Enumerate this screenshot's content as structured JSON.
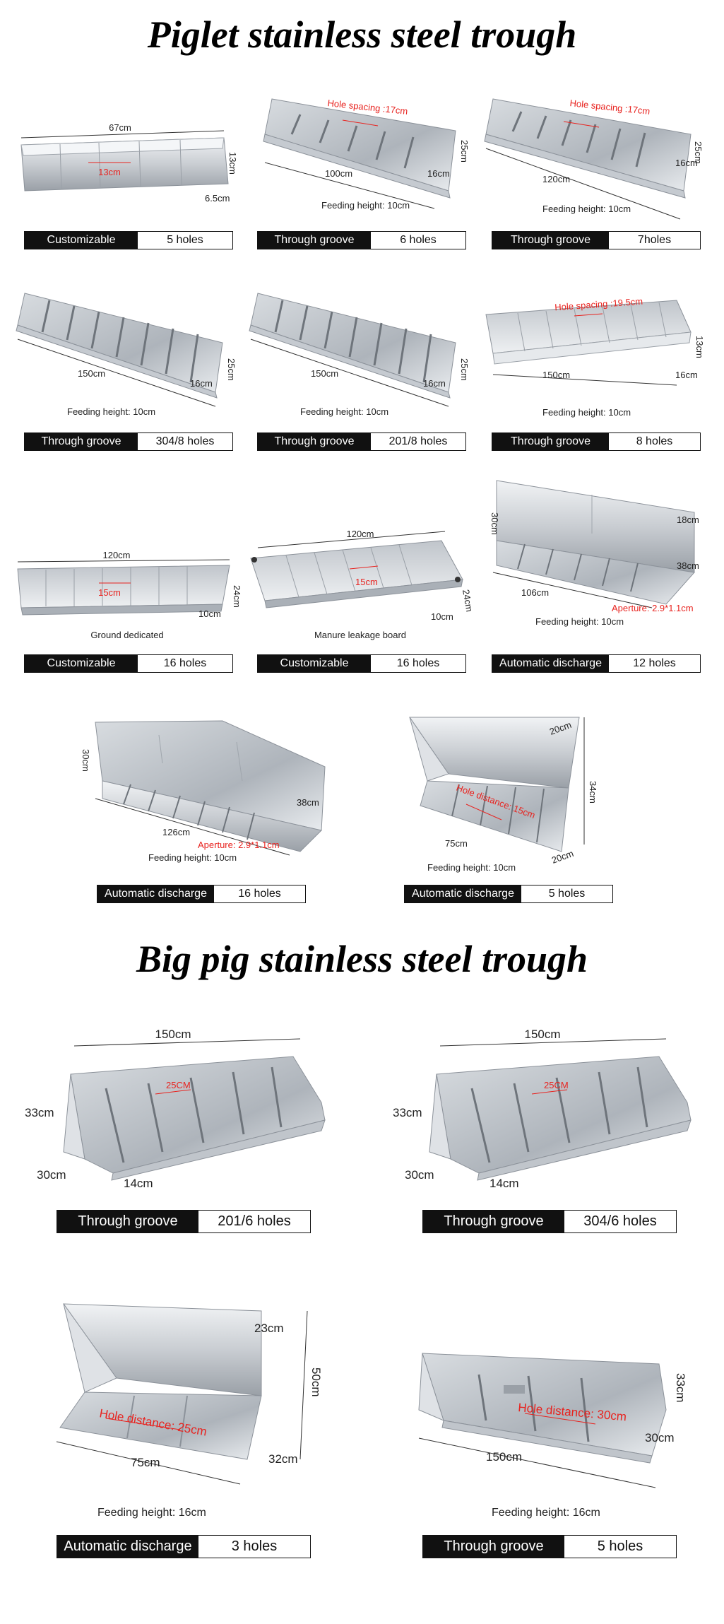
{
  "titles": {
    "piglet": "Piglet stainless steel trough",
    "bigpig": "Big pig stainless steel trough"
  },
  "products": [
    {
      "type": "Customizable",
      "holes": "5 holes",
      "dims": {
        "length": "67cm",
        "spacing": "13cm",
        "height": "13cm",
        "depth": "6.5cm"
      }
    },
    {
      "type": "Through groove",
      "holes": "6 holes",
      "dims": {
        "hole_spacing": "Hole spacing :17cm",
        "length": "100cm",
        "height": "25cm",
        "depth": "16cm",
        "feeding_height": "Feeding height: 10cm"
      }
    },
    {
      "type": "Through groove",
      "holes": "7holes",
      "dims": {
        "hole_spacing": "Hole spacing :17cm",
        "length": "120cm",
        "height": "25cm",
        "depth": "16cm",
        "feeding_height": "Feeding height: 10cm"
      }
    },
    {
      "type": "Through groove",
      "holes": "304/8 holes",
      "dims": {
        "length": "150cm",
        "height": "25cm",
        "depth": "16cm",
        "feeding_height": "Feeding height: 10cm"
      }
    },
    {
      "type": "Through groove",
      "holes": "201/8 holes",
      "dims": {
        "length": "150cm",
        "height": "25cm",
        "depth": "16cm",
        "feeding_height": "Feeding height: 10cm"
      }
    },
    {
      "type": "Through groove",
      "holes": "8 holes",
      "dims": {
        "hole_spacing": "Hole spacing :19.5cm",
        "length": "150cm",
        "height": "13cm",
        "depth": "16cm",
        "feeding_height": "Feeding height: 10cm"
      }
    },
    {
      "type": "Customizable",
      "holes": "16 holes",
      "dims": {
        "length": "120cm",
        "spacing": "15cm",
        "height": "24cm",
        "depth": "10cm",
        "caption": "Ground dedicated"
      }
    },
    {
      "type": "Customizable",
      "holes": "16 holes",
      "dims": {
        "length": "120cm",
        "spacing": "15cm",
        "height": "24cm",
        "depth": "10cm",
        "caption": "Manure leakage board"
      }
    },
    {
      "type": "Automatic discharge",
      "holes": "12 holes",
      "dims": {
        "height": "30cm",
        "top": "18cm",
        "depth": "38cm",
        "length": "106cm",
        "aperture": "Aperture: 2.9*1.1cm",
        "feeding_height": "Feeding height: 10cm"
      }
    },
    {
      "type": "Automatic discharge",
      "holes": "16 holes",
      "dims": {
        "height": "30cm",
        "depth": "38cm",
        "length": "126cm",
        "aperture": "Aperture: 2.9*1.1cm",
        "feeding_height": "Feeding height: 10cm"
      }
    },
    {
      "type": "Automatic discharge",
      "holes": "5 holes",
      "dims": {
        "top": "20cm",
        "height": "34cm",
        "hole_distance": "Hole distance: 15cm",
        "length": "75cm",
        "bottom": "20cm",
        "feeding_height": "Feeding height: 10cm"
      }
    },
    {
      "type": "Through groove",
      "holes": "201/6 holes",
      "dims": {
        "length": "150cm",
        "height": "33cm",
        "spacing": "25CM",
        "depth": "30cm",
        "bottom": "14cm"
      }
    },
    {
      "type": "Through groove",
      "holes": "304/6 holes",
      "dims": {
        "length": "150cm",
        "height": "33cm",
        "spacing": "25CM",
        "depth": "30cm",
        "bottom": "14cm"
      }
    },
    {
      "type": "Automatic discharge",
      "holes": "3 holes",
      "dims": {
        "top": "23cm",
        "height": "50cm",
        "hole_distance": "Hole distance: 25cm",
        "length": "75cm",
        "bottom": "32cm",
        "feeding_height": "Feeding height: 16cm"
      }
    },
    {
      "type": "Through groove",
      "holes": "5 holes",
      "dims": {
        "height": "33cm",
        "hole_distance": "Hole distance: 30cm",
        "depth": "30cm",
        "length": "150cm",
        "feeding_height": "Feeding height: 16cm"
      }
    }
  ],
  "colors": {
    "accent_red": "#e8231f",
    "label_dark": "#111111",
    "steel_light": "#e3e6ea",
    "steel_mid": "#b9bec5",
    "steel_dark": "#8c929a"
  }
}
